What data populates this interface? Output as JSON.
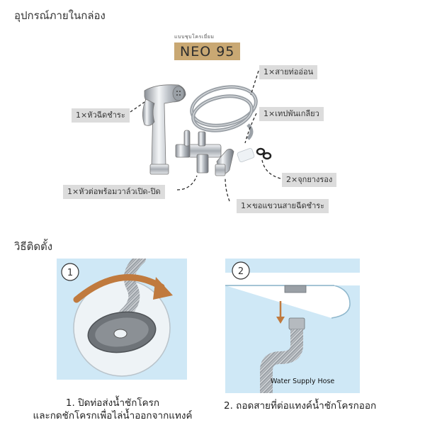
{
  "header": {
    "title": "อุปกรณ์ภายในกล่อง"
  },
  "brand": {
    "subtitle": "แบบชุบโครเมี่ยม",
    "model": "NEO 95"
  },
  "parts": {
    "hose": "1×สายท่ออ่อน",
    "sprayer": "1×หัวฉีดชำระ",
    "teflon": "1×เทปพันเกลียว",
    "washers": "2×จุกยางรอง",
    "valve": "1×หัวต่อพร้อมวาล์วเปิด-ปิด",
    "hook": "1×ขอแขวนสายฉีดชำระ"
  },
  "install": {
    "title": "วิธีติดตั้ง",
    "step1": {
      "number": "1",
      "line1": "1.  ปิดท่อส่งน้ำชักโครก",
      "line2": "และกดชักโครกเพื่อไล่น้ำออกจากแทงค์"
    },
    "step2": {
      "number": "2",
      "line1": "2. ถอดสายที่ต่อแทงค์น้ำชักโครกออก",
      "hose_label": "Water Supply Hose"
    }
  },
  "colors": {
    "brand": "#c9a873",
    "panel": "#cfe8f6",
    "arrow": "#c07a3e",
    "dash": "#2b2b2b"
  }
}
